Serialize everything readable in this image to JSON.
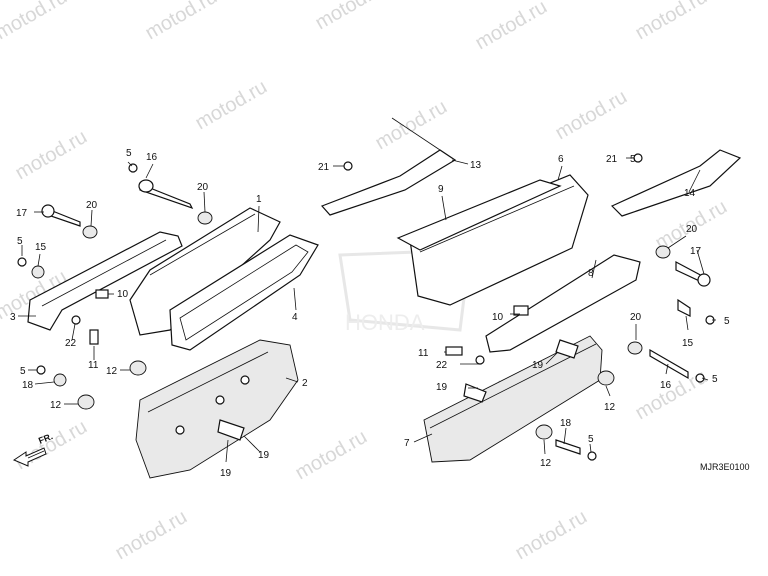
{
  "watermark": "motod.ru",
  "reference_code": "MJR3E0100",
  "direction_label": "FR.",
  "background_logo": "HONDA",
  "callouts": {
    "c1": "1",
    "c2": "2",
    "c3": "3",
    "c4": "4",
    "c5a": "5",
    "c5b": "5",
    "c5c": "5",
    "c5d": "5",
    "c5e": "5",
    "c5f": "5",
    "c6": "6",
    "c7": "7",
    "c8": "8",
    "c9": "9",
    "c10a": "10",
    "c10b": "10",
    "c11a": "11",
    "c11b": "11",
    "c12a": "12",
    "c12b": "12",
    "c12c": "12",
    "c12d": "12",
    "c13": "13",
    "c14": "14",
    "c15a": "15",
    "c15b": "15",
    "c16a": "16",
    "c16b": "16",
    "c17a": "17",
    "c17b": "17",
    "c18a": "18",
    "c18b": "18",
    "c19a": "19",
    "c19b": "19",
    "c19c": "19",
    "c19d": "19",
    "c20a": "20",
    "c20b": "20",
    "c20c": "20",
    "c20d": "20",
    "c21a": "21",
    "c21b": "21",
    "c22a": "22",
    "c22b": "22"
  }
}
